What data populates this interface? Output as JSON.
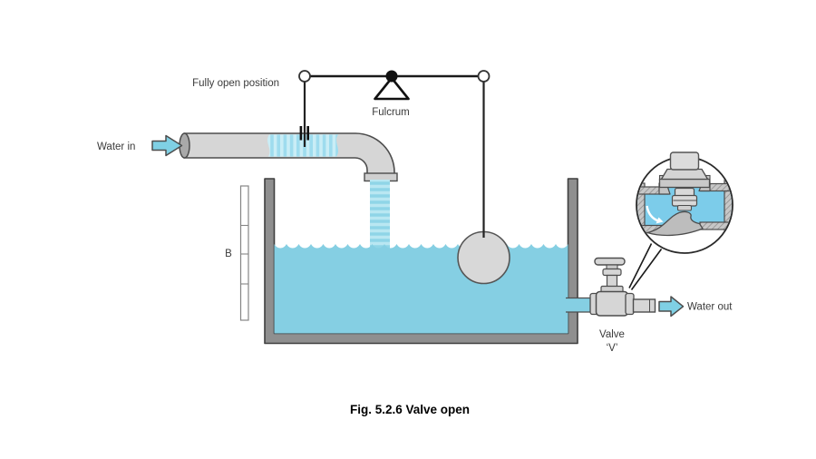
{
  "figure": {
    "caption": "Fig. 5.2.6 Valve open"
  },
  "labels": {
    "fully_open_position": "Fully open position",
    "fulcrum": "Fulcrum",
    "water_in": "Water in",
    "level_gauge": "B",
    "water_out": "Water out",
    "valve_name_line1": "Valve",
    "valve_name_line2": "‘V’"
  },
  "colors": {
    "water": "#85cfe3",
    "pipe_stripe_light": "#c9edf6",
    "pipe_stripe_dark": "#9edcee",
    "stream_stripe_light": "#b9e7f2",
    "stream_stripe_dark": "#8fd5e7",
    "pipe_gray": "#d6d6d6",
    "pipe_outline": "#4d4d4d",
    "tank_wall": "#8f8f8f",
    "float_fill": "#d8d8d8",
    "linework": "#1a1a1a",
    "label_text": "#3a3a3a",
    "magnifier_water": "#7cccea"
  }
}
